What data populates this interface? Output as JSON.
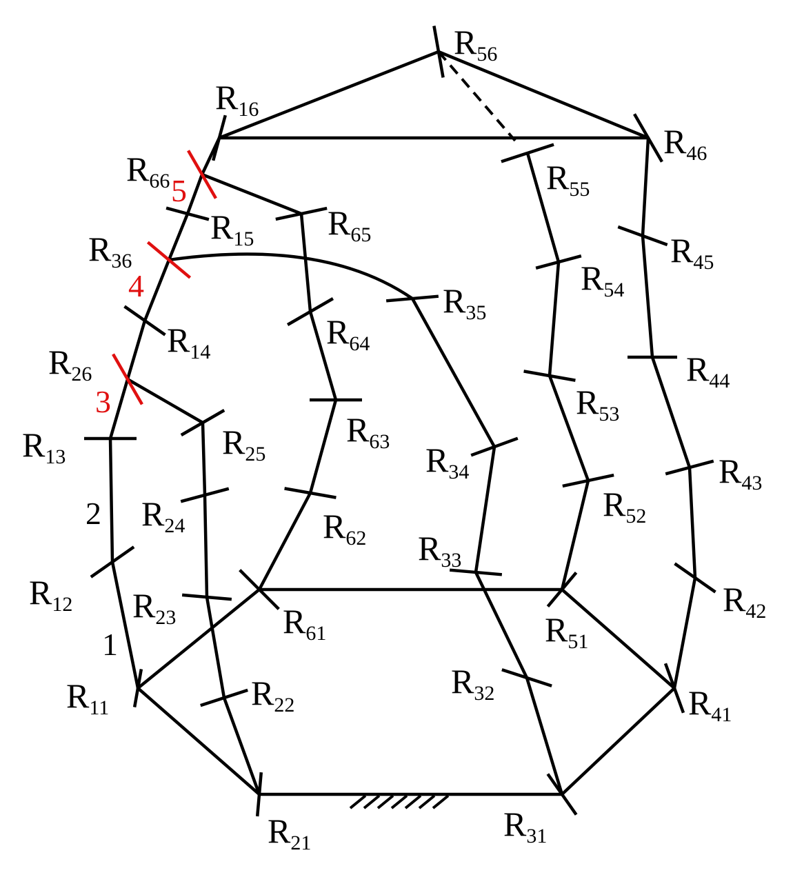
{
  "colors": {
    "ink": "#000000",
    "highlight": "#e01010"
  },
  "ground_hatch": true,
  "nodes": [
    {
      "id": "R11",
      "label": "R",
      "sub": "11"
    },
    {
      "id": "R12",
      "label": "R",
      "sub": "12"
    },
    {
      "id": "R13",
      "label": "R",
      "sub": "13"
    },
    {
      "id": "R14",
      "label": "R",
      "sub": "14"
    },
    {
      "id": "R15",
      "label": "R",
      "sub": "15"
    },
    {
      "id": "R16",
      "label": "R",
      "sub": "16"
    },
    {
      "id": "R21",
      "label": "R",
      "sub": "21"
    },
    {
      "id": "R22",
      "label": "R",
      "sub": "22"
    },
    {
      "id": "R23",
      "label": "R",
      "sub": "23"
    },
    {
      "id": "R24",
      "label": "R",
      "sub": "24"
    },
    {
      "id": "R25",
      "label": "R",
      "sub": "25"
    },
    {
      "id": "R26",
      "label": "R",
      "sub": "26"
    },
    {
      "id": "R31",
      "label": "R",
      "sub": "31"
    },
    {
      "id": "R32",
      "label": "R",
      "sub": "32"
    },
    {
      "id": "R33",
      "label": "R",
      "sub": "33"
    },
    {
      "id": "R34",
      "label": "R",
      "sub": "34"
    },
    {
      "id": "R35",
      "label": "R",
      "sub": "35"
    },
    {
      "id": "R36",
      "label": "R",
      "sub": "36"
    },
    {
      "id": "R41",
      "label": "R",
      "sub": "41"
    },
    {
      "id": "R42",
      "label": "R",
      "sub": "42"
    },
    {
      "id": "R43",
      "label": "R",
      "sub": "43"
    },
    {
      "id": "R44",
      "label": "R",
      "sub": "44"
    },
    {
      "id": "R45",
      "label": "R",
      "sub": "45"
    },
    {
      "id": "R46",
      "label": "R",
      "sub": "46"
    },
    {
      "id": "R51",
      "label": "R",
      "sub": "51"
    },
    {
      "id": "R52",
      "label": "R",
      "sub": "52"
    },
    {
      "id": "R53",
      "label": "R",
      "sub": "53"
    },
    {
      "id": "R54",
      "label": "R",
      "sub": "54"
    },
    {
      "id": "R55",
      "label": "R",
      "sub": "55"
    },
    {
      "id": "R56",
      "label": "R",
      "sub": "56"
    },
    {
      "id": "R61",
      "label": "R",
      "sub": "61"
    },
    {
      "id": "R62",
      "label": "R",
      "sub": "62"
    },
    {
      "id": "R63",
      "label": "R",
      "sub": "63"
    },
    {
      "id": "R64",
      "label": "R",
      "sub": "64"
    },
    {
      "id": "R65",
      "label": "R",
      "sub": "65"
    },
    {
      "id": "R66",
      "label": "R",
      "sub": "66"
    }
  ],
  "loop_numbers": [
    {
      "text": "1",
      "color": "ink"
    },
    {
      "text": "2",
      "color": "ink"
    },
    {
      "text": "3",
      "color": "highlight"
    },
    {
      "text": "4",
      "color": "highlight"
    },
    {
      "text": "5",
      "color": "highlight"
    }
  ]
}
